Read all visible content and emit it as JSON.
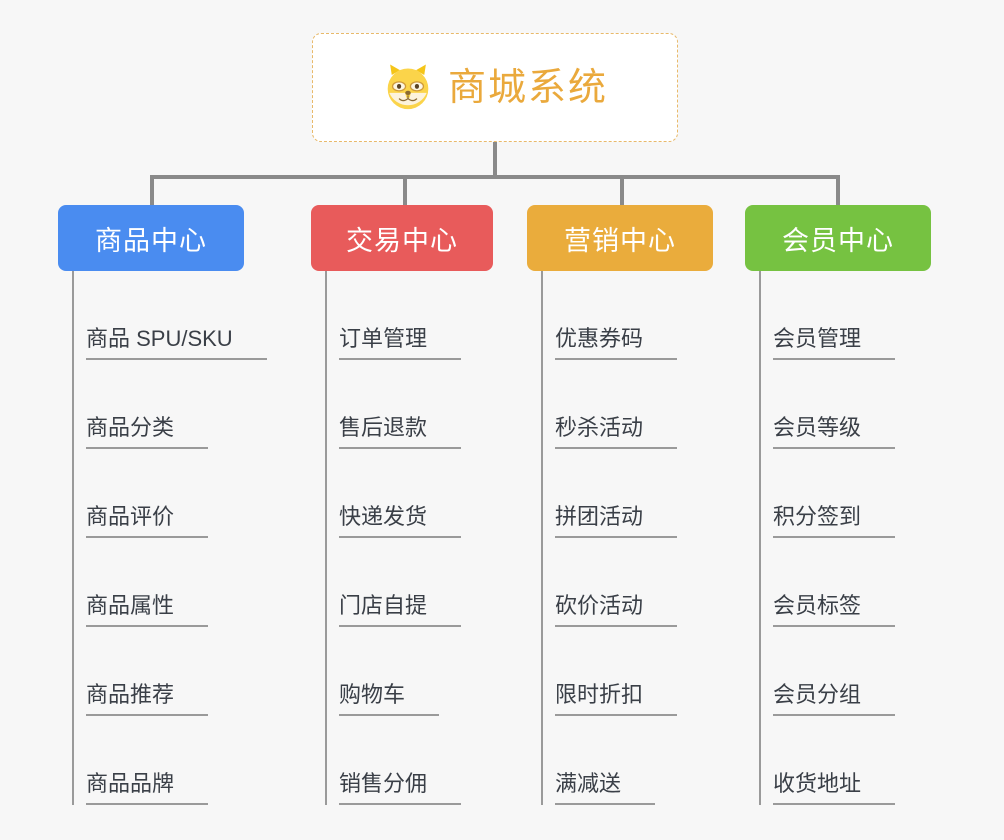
{
  "root": {
    "title": "商城系统",
    "icon": "shiba-dog-face-icon",
    "border_color": "#e8b96a",
    "text_color": "#eaa93c",
    "background": "#ffffff"
  },
  "page": {
    "background": "#f7f7f7",
    "connector_color": "#8a8a8a",
    "leaf_line_color": "#9a9a9a",
    "leaf_text_color": "#3a3f47"
  },
  "columns": [
    {
      "header": "商品中心",
      "color": "#4a8cf0",
      "items": [
        "商品 SPU/SKU",
        "商品分类",
        "商品评价",
        "商品属性",
        "商品推荐",
        "商品品牌"
      ]
    },
    {
      "header": "交易中心",
      "color": "#e85b5b",
      "items": [
        "订单管理",
        "售后退款",
        "快递发货",
        "门店自提",
        "购物车",
        "销售分佣"
      ]
    },
    {
      "header": "营销中心",
      "color": "#eaac3c",
      "items": [
        "优惠券码",
        "秒杀活动",
        "拼团活动",
        "砍价活动",
        "限时折扣",
        "满减送"
      ]
    },
    {
      "header": "会员中心",
      "color": "#76c241",
      "items": [
        "会员管理",
        "会员等级",
        "积分签到",
        "会员标签",
        "会员分组",
        "收货地址"
      ]
    }
  ]
}
